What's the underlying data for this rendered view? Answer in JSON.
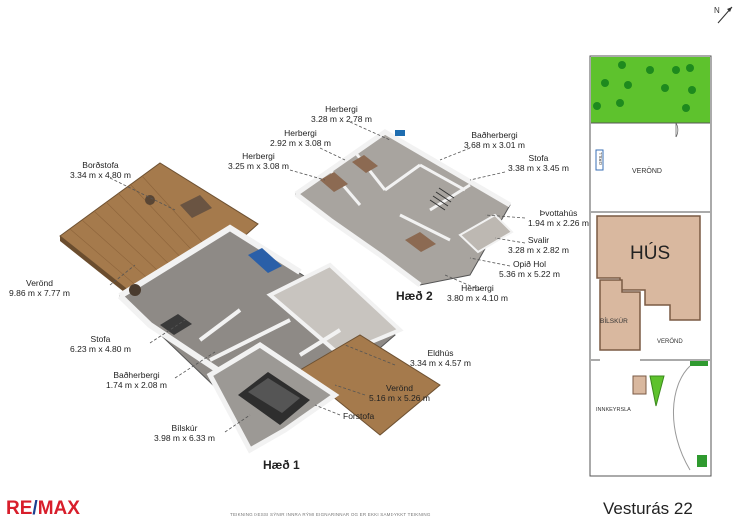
{
  "rooms_floor1": [
    {
      "name": "Borðstofa",
      "dims": "3.34 m x 4.80 m"
    },
    {
      "name": "Verönd",
      "dims": "9.86 m x 7.77 m"
    },
    {
      "name": "Stofa",
      "dims": "6.23 m x 4.80 m"
    },
    {
      "name": "Baðherbergi",
      "dims": "1.74 m x 2.08 m"
    },
    {
      "name": "Bílskúr",
      "dims": "3.98 m x 6.33 m"
    },
    {
      "name": "Eldhús",
      "dims": "3.34 m x 4.57 m"
    },
    {
      "name": "Verönd",
      "dims": "5.16 m x 5.26 m"
    },
    {
      "name": "Forstofa",
      "dims": ""
    }
  ],
  "rooms_floor2": [
    {
      "name": "Herbergi",
      "dims": "3.28 m x 2.78 m"
    },
    {
      "name": "Herbergi",
      "dims": "2.92 m x 3.08 m"
    },
    {
      "name": "Herbergi",
      "dims": "3.25 m x 3.08 m"
    },
    {
      "name": "Baðherbergi",
      "dims": "3.68 m x 3.01 m"
    },
    {
      "name": "Stofa",
      "dims": "3.38 m x 3.45 m"
    },
    {
      "name": "Þvottahús",
      "dims": "1.94 m x 2.26 m"
    },
    {
      "name": "Svalir",
      "dims": "3.28 m x 2.82 m"
    },
    {
      "name": "Opið Hol",
      "dims": "5.36 m x 5.22 m"
    },
    {
      "name": "Herbergi",
      "dims": "3.80 m x 4.10 m"
    }
  ],
  "floors": {
    "floor1": "Hæð 1",
    "floor2": "Hæð 2"
  },
  "site": {
    "veronda_top": "VERÖND",
    "hus": "HÚS",
    "bilskur": "BÍLSKÚR",
    "veronda_mid": "VERÖND",
    "innkeyrsla": "INNKEYRSLA",
    "grill": "GRILL"
  },
  "footer": {
    "brand_re": "RE",
    "brand_slash": "/",
    "brand_max": "MAX",
    "disclaimer": "TEIKNING ÞESSI SÝNIR INNRA RÝMI EIGNARINNAR OG ER EKKI SAMÞYKKT TEIKNING",
    "address": "Vesturás 22"
  },
  "colors": {
    "wood": "#a57a4c",
    "floor_gray": "#8e8a86",
    "wall": "#f2f2f2",
    "bed": "#8c6a52",
    "lawn": "#5ec22d",
    "brand_red": "#d81e2b",
    "brand_blue": "#1b3f8f",
    "house_fill": "#d9b89f"
  }
}
